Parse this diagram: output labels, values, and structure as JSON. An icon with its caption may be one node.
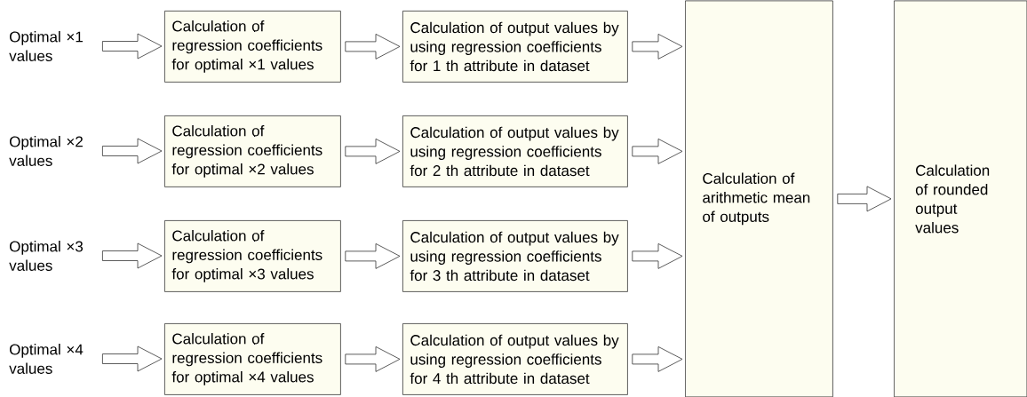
{
  "diagram": {
    "nodes": [
      {
        "text": [
          "Optimal ×1 values"
        ]
      },
      {
        "text": [
          "Calculation of regression coefficients for optimal ×1 values"
        ]
      },
      {
        "text": [
          "Calculation of output values by using regression coefficients for 1 th attribute in dataset"
        ]
      },
      {
        "text": [
          "Optimal ×2 values"
        ]
      },
      {
        "text": [
          "Calculation of regression coefficients for optimal ×2 values"
        ]
      },
      {
        "text": [
          "Calculation of output values by using regression coefficients for 2 th attribute in dataset"
        ]
      },
      {
        "text": [
          "Optimal ×3 values"
        ]
      },
      {
        "text": [
          "Calculation of regression coefficients for optimal ×3 values"
        ]
      },
      {
        "text": [
          "Calculation of output values by using regression coefficients for 3 th attribute in dataset"
        ]
      },
      {
        "text": [
          "Optimal ×4 values"
        ]
      },
      {
        "text": [
          "Calculation of regression coefficients for optimal ×4 values"
        ]
      },
      {
        "text": [
          "Calculation of output values by using regression coefficients for 4 th attribute in dataset"
        ]
      },
      {
        "text": [
          "Calculation of arithmetic mean of outputs"
        ]
      },
      {
        "text": [
          "Calculation of rounded output values"
        ]
      }
    ],
    "edges": [
      {
        "from": 0,
        "to": 1,
        "arrow": "to"
      },
      {
        "from": 1,
        "to": 2,
        "arrow": "to"
      },
      {
        "from": 2,
        "to": 12,
        "arrow": "to"
      },
      {
        "from": 3,
        "to": 4,
        "arrow": "to"
      },
      {
        "from": 4,
        "to": 5,
        "arrow": "to"
      },
      {
        "from": 5,
        "to": 12,
        "arrow": "to"
      },
      {
        "from": 6,
        "to": 7,
        "arrow": "to"
      },
      {
        "from": 7,
        "to": 8,
        "arrow": "to"
      },
      {
        "from": 8,
        "to": 12,
        "arrow": "to"
      },
      {
        "from": 9,
        "to": 10,
        "arrow": "to"
      },
      {
        "from": 10,
        "to": 11,
        "arrow": "to"
      },
      {
        "from": 11,
        "to": 12,
        "arrow": "to"
      },
      {
        "from": 12,
        "to": 13,
        "arrow": "to"
      }
    ]
  }
}
